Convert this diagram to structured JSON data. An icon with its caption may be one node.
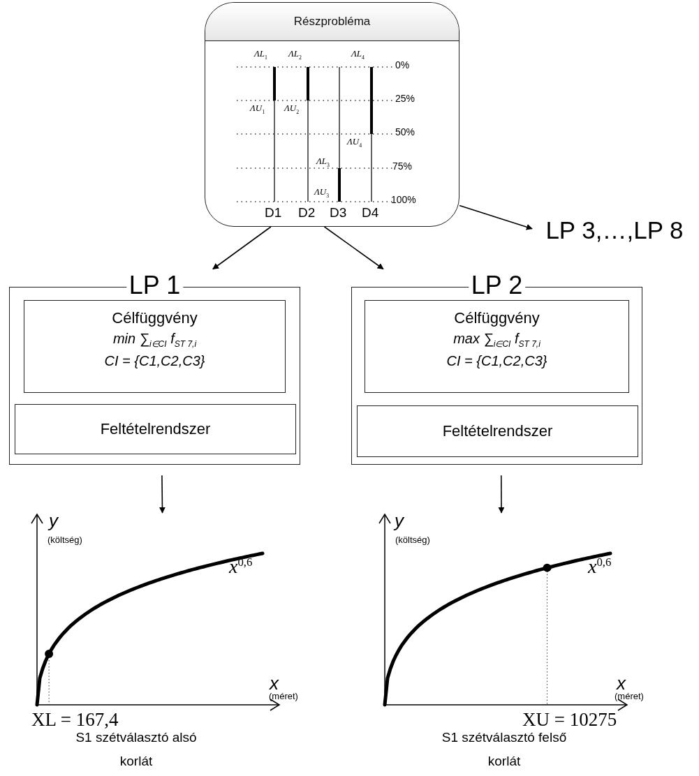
{
  "diagram": {
    "nodes": [
      {
        "text": [
          "Részprobléma"
        ]
      },
      {
        "text": [
          "LP 3,…,LP 8"
        ]
      },
      {
        "text": [
          "LP 1"
        ]
      },
      {
        "text": [
          "Célfüggvény",
          "min ∑$_{i∈CI}$ f$_{ST 7,i}$",
          "CI = {C1,C2,C3}"
        ],
        "in": 2
      },
      {
        "text": [
          "Feltételrendszer"
        ],
        "in": 2
      },
      {
        "text": [
          "LP 2"
        ]
      },
      {
        "text": [
          "Célfüggvény",
          "max ∑$_{i∈CI}$ f$_{ST 7,i}$",
          "CI = {C1,C2,C3}"
        ],
        "in": 5
      },
      {
        "text": [
          "Feltételrendszer"
        ],
        "in": 5
      },
      {
        "text": [],
        "shape": "picture",
        "beside": [
          "XL = 167,4",
          "S1 szétválasztó alsó korlát"
        ]
      },
      {
        "text": [],
        "shape": "picture",
        "beside": [
          "XU = 10275",
          "S1 szétválasztó felső korlát"
        ]
      }
    ],
    "edges": [
      {
        "from": 0,
        "to": 1,
        "arrow": "to"
      },
      {
        "from": 0,
        "to": 2,
        "arrow": "to"
      },
      {
        "from": 0,
        "to": 5,
        "arrow": "to"
      },
      {
        "from": 2,
        "to": 8,
        "arrow": "to"
      },
      {
        "from": 5,
        "to": 9,
        "arrow": "to"
      }
    ],
    "labels": [
      "ΛL$_{1}$",
      "ΛL$_{2}$",
      "ΛL$_{4}$",
      "0%",
      "ΛU$_{1}$",
      "ΛU$_{2}$",
      "25%",
      "50%",
      "ΛU$_{4}$",
      "ΛL$_{3}$",
      "75%",
      "ΛU$_{3}$",
      "100%",
      "D1",
      "D2",
      "D3",
      "D4",
      "y",
      "(költség)",
      "x$^{0,6}$",
      "x",
      "(méret)",
      "y",
      "(költség)",
      "x$^{0,6}$",
      "x",
      "(méret)"
    ]
  }
}
